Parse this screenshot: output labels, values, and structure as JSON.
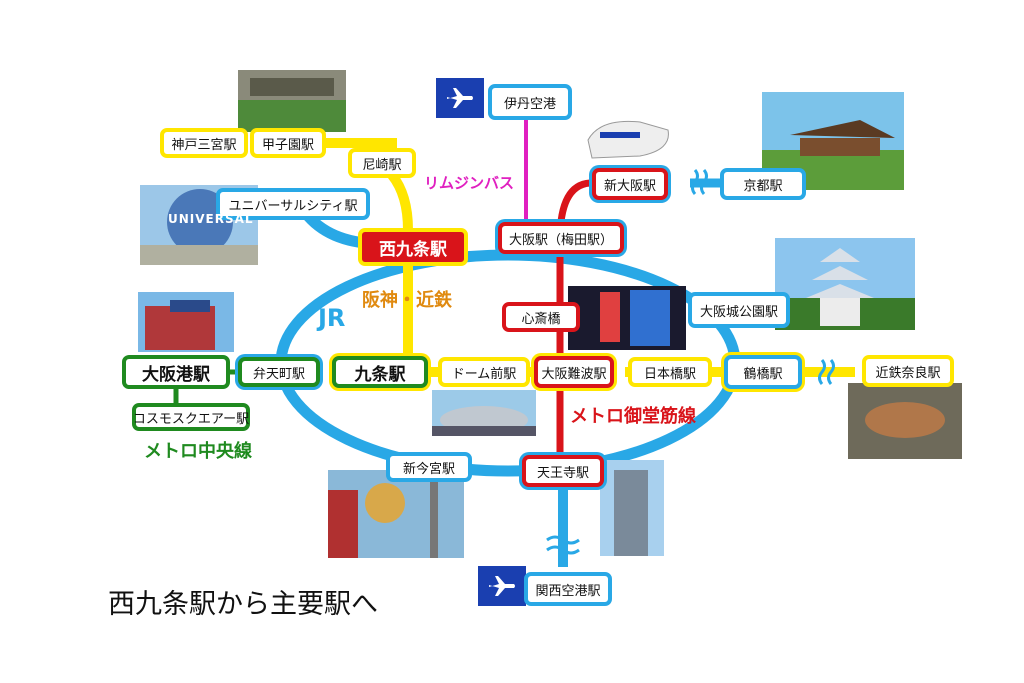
{
  "title": "西九条駅から主要駅へ",
  "line_labels": {
    "jr": "JR",
    "hanshin_kintetsu": "阪神・近鉄",
    "metro_midosuji": "メトロ御堂筋線",
    "metro_chuo": "メトロ中央線",
    "limousine": "リムジンバス"
  },
  "stations": {
    "itami_airport": "伊丹空港",
    "kobe_sannomiya": "神戸三宮駅",
    "koshien": "甲子園駅",
    "amagasaki": "尼崎駅",
    "universal_city": "ユニバーサルシティ駅",
    "nishikujo": "西九条駅",
    "osaka_umeda": "大阪駅（梅田駅）",
    "shin_osaka": "新大阪駅",
    "kyoto": "京都駅",
    "shinsaibashi": "心斎橋",
    "osakajo_koen": "大阪城公園駅",
    "osakako": "大阪港駅",
    "bentencho": "弁天町駅",
    "kujo": "九条駅",
    "dome_mae": "ドーム前駅",
    "osaka_namba": "大阪難波駅",
    "nipponbashi": "日本橋駅",
    "tsuruhashi": "鶴橋駅",
    "kintetsu_nara": "近鉄奈良駅",
    "cosmo_square": "コスモスクエアー駅",
    "shin_imamiya": "新今宮駅",
    "tennoji": "天王寺駅",
    "kansai_airport": "関西空港駅"
  },
  "photo_labels": {
    "universal_globe": "UNIVERSAL"
  },
  "colors": {
    "jr": "#29a8e6",
    "hanshin": "#ffe600",
    "midosuji": "#d9141a",
    "chuo": "#1f8a1f",
    "limousine": "#e020c0",
    "hanshin_text": "#e08a10",
    "airport_box": "#1a3fb0"
  }
}
